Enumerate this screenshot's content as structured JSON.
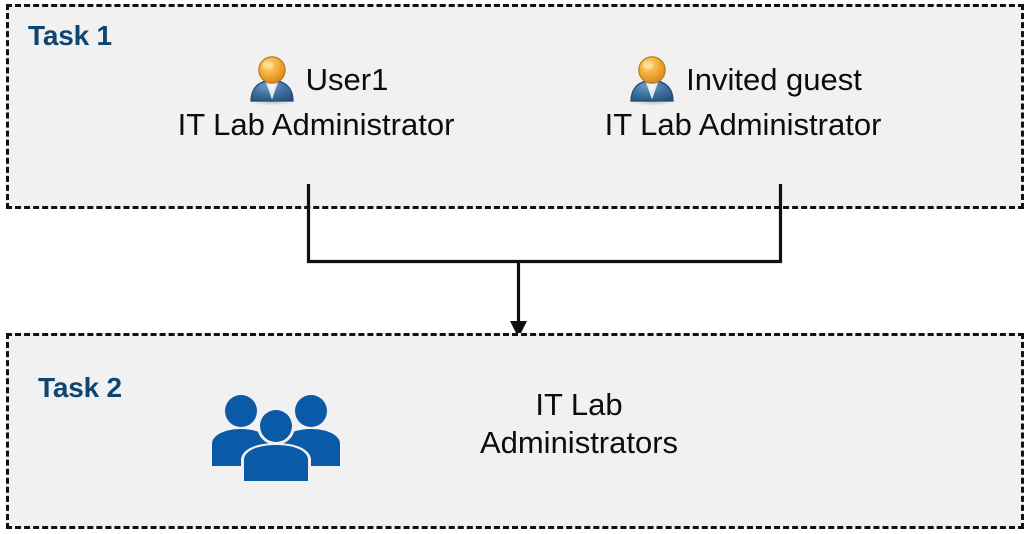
{
  "diagram": {
    "background_color": "#FFFFFF",
    "box_fill_color": "#F1F1F1",
    "box_border_color": "#111111",
    "accent_color": "#0F4571",
    "group_icon_color": "#0A5AA8",
    "connector_color": "#101010"
  },
  "task1": {
    "label": "Task 1",
    "members": [
      {
        "icon": "user-icon",
        "name": "User1",
        "role": "IT Lab Administrator"
      },
      {
        "icon": "user-icon",
        "name": "Invited guest",
        "role": "IT Lab Administrator"
      }
    ]
  },
  "task2": {
    "label": "Task 2",
    "group": {
      "icon": "user-group-icon",
      "name_line1": "IT Lab",
      "name_line2": "Administrators"
    }
  },
  "connector": {
    "icon": "down-arrow-icon",
    "from": [
      "User1",
      "Invited guest"
    ],
    "to": "IT Lab Administrators"
  }
}
